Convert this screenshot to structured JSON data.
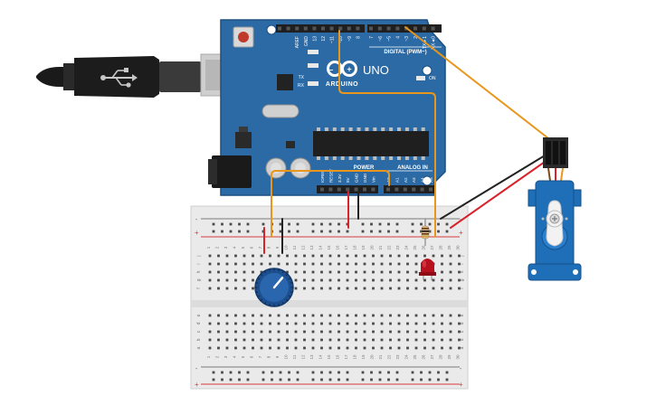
{
  "colors": {
    "board": "#2b6aa4",
    "board_edge": "#1c4f80",
    "header": "#1f1f1f",
    "wire_orange": "#e8961c",
    "wire_red": "#d9232b",
    "wire_black": "#222222",
    "breadboard": "#e9e9e9",
    "rail_red": "#d93a3a",
    "servo": "#1f6fb8",
    "pot": "#1d4f8f",
    "led": "#b8101c",
    "usb": "#1a1a1a"
  },
  "arduino": {
    "brand": "ARDUINO",
    "model": "UNO",
    "digital_label": "DIGITAL (PWM~)",
    "power_label": "POWER",
    "analog_label": "ANALOG IN",
    "tx": "TX",
    "rx": "RX",
    "on": "ON",
    "top_pins": [
      "AREF",
      "GND",
      "13",
      "12",
      "~11",
      "~10",
      "~9",
      "8",
      "7",
      "~6",
      "~5",
      "4",
      "~3",
      "2",
      "TX►1",
      "RX◄0"
    ],
    "bottom_pins": [
      "IOREF",
      "RESET",
      "3.3V",
      "5V",
      "GND",
      "GND",
      "Vin",
      "A0",
      "A1",
      "A2",
      "A3",
      "A4",
      "A5"
    ]
  },
  "breadboard": {
    "row_letters_top": [
      "j",
      "i",
      "h",
      "g",
      "f"
    ],
    "row_letters_bottom": [
      "e",
      "d",
      "c",
      "b",
      "a"
    ],
    "columns": [
      "1",
      "2",
      "3",
      "4",
      "5",
      "6",
      "7",
      "8",
      "9",
      "10",
      "11",
      "12",
      "13",
      "14",
      "15",
      "16",
      "17",
      "18",
      "19",
      "20",
      "21",
      "22",
      "23",
      "24",
      "25",
      "26",
      "27",
      "28",
      "29",
      "30"
    ],
    "rail_minus": "-",
    "rail_plus": "+"
  },
  "icons": {
    "usb": "usb-trident-icon",
    "infinity": "arduino-infinity-logo"
  }
}
